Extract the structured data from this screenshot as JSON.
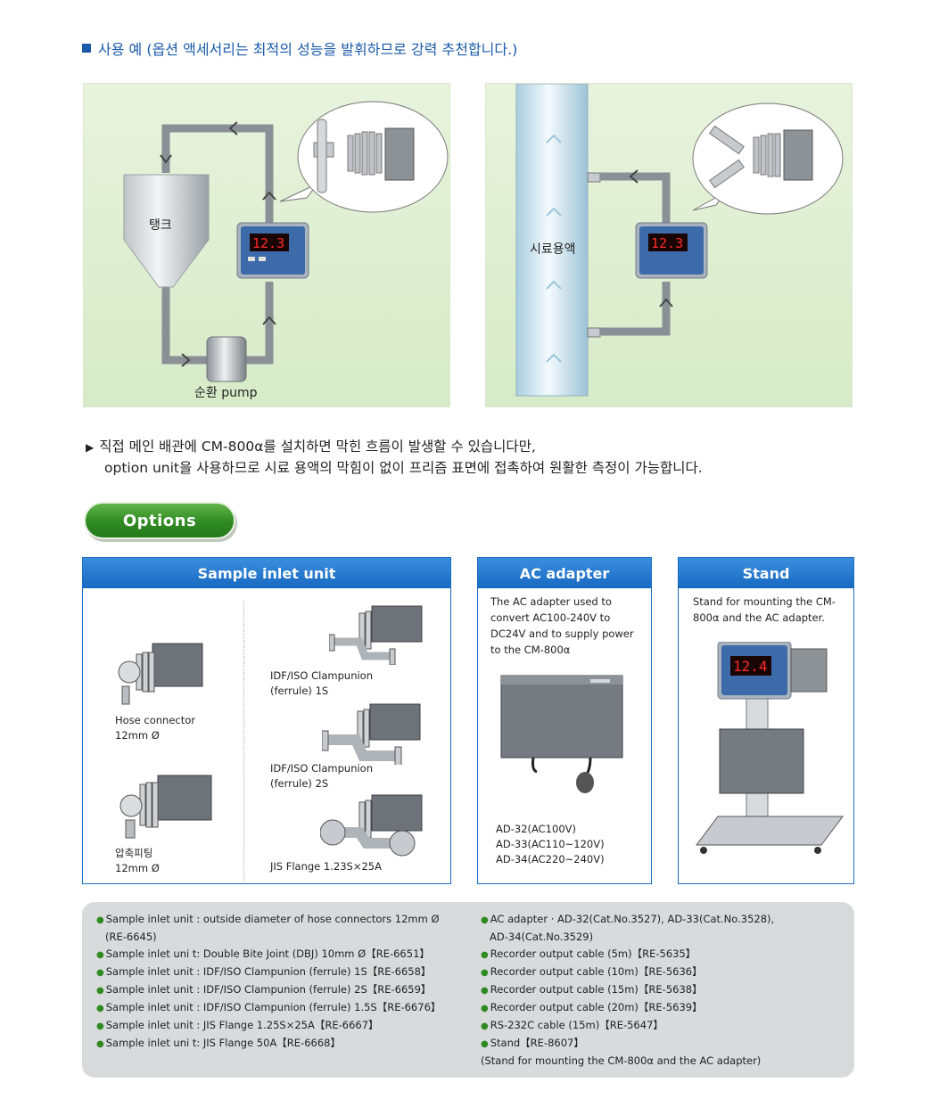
{
  "section_title": "사용 예 (옵션 액세서리는 최적의 성능을 발휘하므로 강력 추천합니다.)",
  "diagram_left": {
    "tank_label": "탱크",
    "pump_label": "순환 pump",
    "display_value": "12.3"
  },
  "diagram_right": {
    "pipe_label": "시료용액",
    "display_value": "12.3"
  },
  "description": {
    "line1": "직접 메인 배관에 CM-800α를 설치하면 막힌 흐름이 발생할 수 있습니다만,",
    "line2": "option unit을 사용하므로 시료 용액의 막힘이 없이 프리즘 표면에 접촉하여 원활한 측정이 가능합니다."
  },
  "options_label": "Options",
  "boxes": {
    "sample_inlet": {
      "title": "Sample inlet unit",
      "hose_connector": [
        "Hose connector",
        "12mm Ø"
      ],
      "compression_fitting": [
        "압축피팅",
        "12mm Ø"
      ],
      "clamp_1s": [
        "IDF/ISO Clampunion",
        "(ferrule) 1S"
      ],
      "clamp_2s": [
        "IDF/ISO Clampunion",
        "(ferrule) 2S"
      ],
      "jis_flange": "JIS Flange 1.23S×25A"
    },
    "ac_adapter": {
      "title": "AC adapter",
      "text": "The AC adapter used to convert AC100-240V to DC24V and to supply power to the CM-800α",
      "models": [
        "AD-32(AC100V)",
        "AD-33(AC110~120V)",
        "AD-34(AC220~240V)"
      ]
    },
    "stand": {
      "title": "Stand",
      "text": "Stand for mounting the CM-800α and the AC adapter.",
      "display_value": "12.4"
    }
  },
  "specs": {
    "left": [
      "Sample inlet unit : outside diameter of hose connectors 12mm Ø",
      "(RE-6645)",
      "Sample inlet uni t: Double Bite Joint (DBJ) 10mm Ø【RE-6651】",
      "Sample inlet unit : IDF/ISO Clampunion (ferrule) 1S【RE-6658】",
      "Sample inlet unit : IDF/ISO Clampunion (ferrule) 2S【RE-6659】",
      "Sample inlet unit : IDF/ISO Clampunion (ferrule) 1.5S【RE-6676】",
      "Sample inlet unit : JIS Flange 1.25S×25A【RE-6667】",
      "Sample inlet uni t: JIS Flange 50A【RE-6668】"
    ],
    "right": [
      "AC adapter · AD-32(Cat.No.3527), AD-33(Cat.No.3528),",
      "AD-34(Cat.No.3529)",
      "Recorder output cable (5m)【RE-5635】",
      "Recorder output cable (10m)【RE-5636】",
      "Recorder output cable (15m)【RE-5638】",
      "Recorder output cable (20m)【RE-5639】",
      "RS-232C cable (15m)【RE-5647】",
      "Stand【RE-8607】",
      "(Stand for mounting the CM-800α and the AC adapter)"
    ]
  }
}
